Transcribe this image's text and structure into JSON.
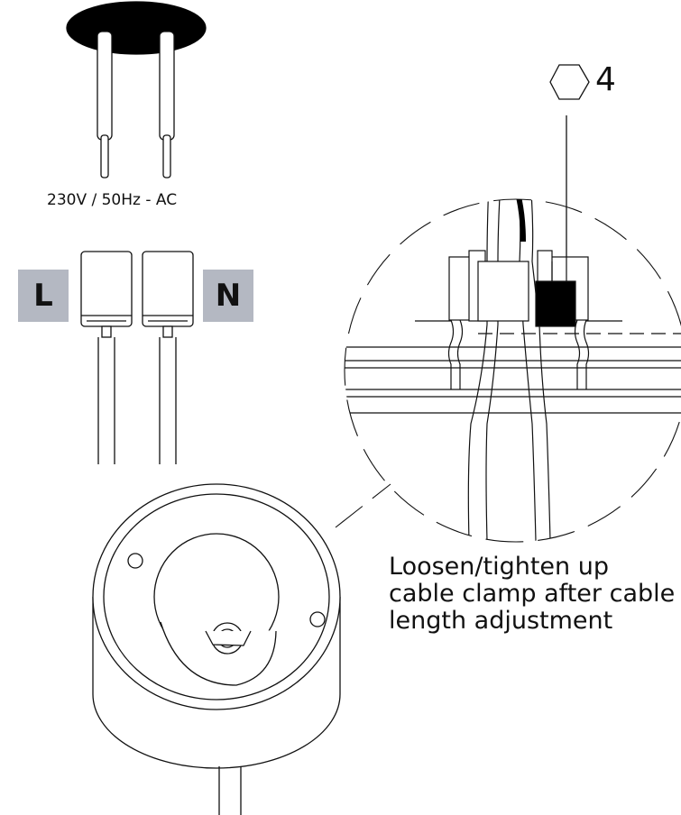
{
  "voltage_label": "230V / 50Hz - AC",
  "wire_labels": {
    "live": "L",
    "neutral": "N"
  },
  "tool_size": "4",
  "tool_icon": "hex-key-icon",
  "instruction": {
    "line1": "Loosen/tighten up",
    "line2": "cable clamp after cable",
    "line3": "length adjustment"
  },
  "colors": {
    "tag_background": "#b4b8c2",
    "ink": "#111111"
  }
}
